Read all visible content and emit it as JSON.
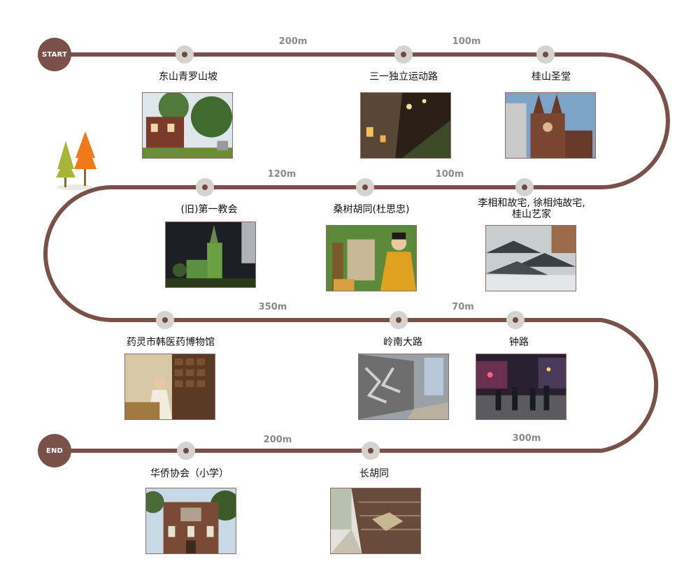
{
  "start_label": "START",
  "end_label": "END",
  "distances": [
    "200m",
    "100m",
    "120m",
    "100m",
    "350m",
    "70m",
    "200m",
    "300m"
  ],
  "stops": [
    {
      "name": "东山青罗山坡",
      "photo_icon": "brick-house-trees-photo"
    },
    {
      "name": "三一独立运动路",
      "photo_icon": "night-stairs-photo"
    },
    {
      "name": "桂山圣堂",
      "photo_icon": "gothic-cathedral-photo"
    },
    {
      "name": "李相和故宅, 徐相炖故宅,",
      "name2": "桂山艺家",
      "photo_icon": "hanok-rooftops-photo"
    },
    {
      "name": "桑树胡同(杜思忠)",
      "photo_icon": "costumed-figures-photo"
    },
    {
      "name": "(旧)第一教会",
      "photo_icon": "lit-church-tower-photo"
    },
    {
      "name": "药灵市韩医药博物馆",
      "photo_icon": "medicine-museum-photo"
    },
    {
      "name": "岭南大路",
      "photo_icon": "mural-street-photo"
    },
    {
      "name": "钟路",
      "photo_icon": "night-street-photo"
    },
    {
      "name": "华侨协会（小学）",
      "photo_icon": "old-brick-school-photo"
    },
    {
      "name": "长胡同",
      "photo_icon": "long-alley-photo"
    }
  ],
  "colors": {
    "route": "#7a5149",
    "stop_ring": "#d5d2cf",
    "distance_text": "#8a8a8a"
  }
}
